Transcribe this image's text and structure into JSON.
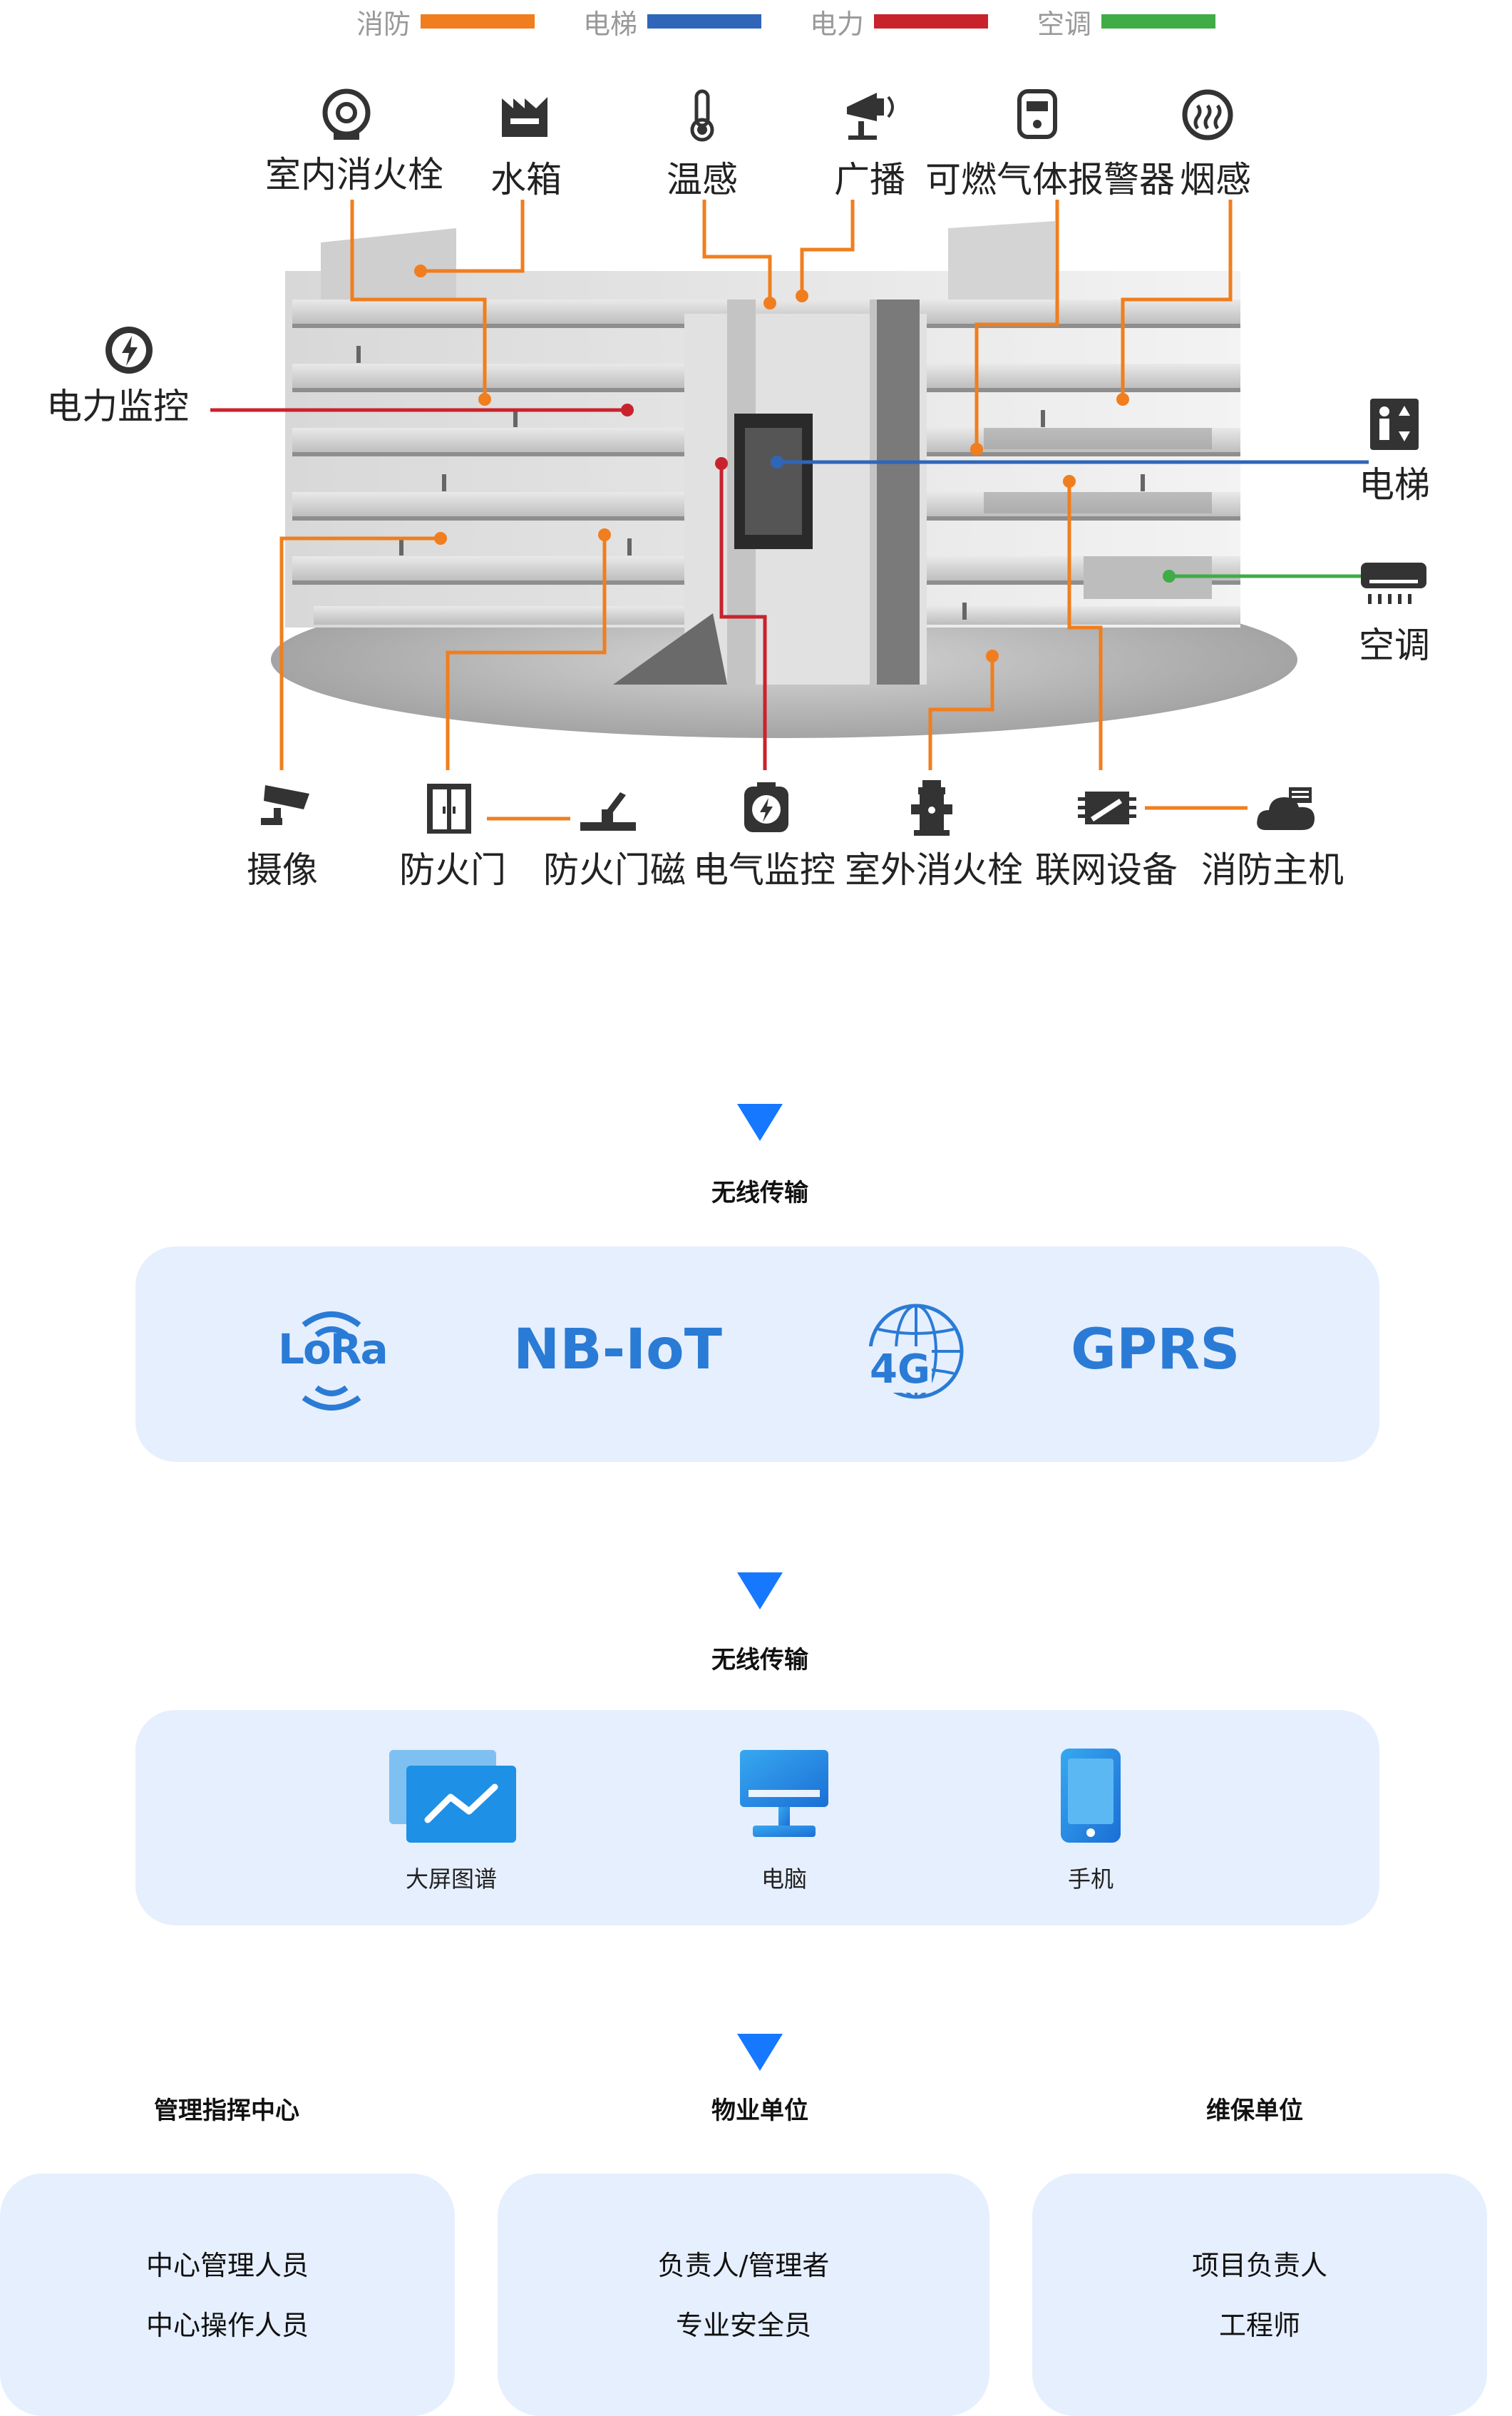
{
  "legend": [
    {
      "label": "消防",
      "color": "#f07e1e"
    },
    {
      "label": "电梯",
      "color": "#2f66b9"
    },
    {
      "label": "电力",
      "color": "#c8232c"
    },
    {
      "label": "空调",
      "color": "#3fac46"
    }
  ],
  "building": {
    "top_labels": [
      "室内消火栓",
      "水箱",
      "温感",
      "广播",
      "可燃气体报警器",
      "烟感"
    ],
    "left_labels": [
      "电力监控"
    ],
    "right_labels": [
      "电梯",
      "空调"
    ],
    "bottom_labels": [
      "摄像",
      "防火门",
      "防火门磁",
      "电气监控",
      "室外消火栓",
      "联网设备",
      "消防主机"
    ]
  },
  "stage1": {
    "title": "无线传输",
    "techs": [
      "LoRa",
      "NB-IoT",
      "4G",
      "GPRS"
    ]
  },
  "stage2": {
    "title": "无线传输",
    "devices": [
      {
        "label": "大屏图谱",
        "icon": "monitor-chart-icon"
      },
      {
        "label": "电脑",
        "icon": "desktop-icon"
      },
      {
        "label": "手机",
        "icon": "phone-icon"
      }
    ]
  },
  "orgs": [
    {
      "title": "管理指挥中心",
      "lines": [
        "中心管理人员",
        "中心操作人员"
      ]
    },
    {
      "title": "物业单位",
      "lines": [
        "负责人/管理者",
        "专业安全员"
      ]
    },
    {
      "title": "维保单位",
      "lines": [
        "项目负责人",
        "工程师"
      ]
    }
  ]
}
